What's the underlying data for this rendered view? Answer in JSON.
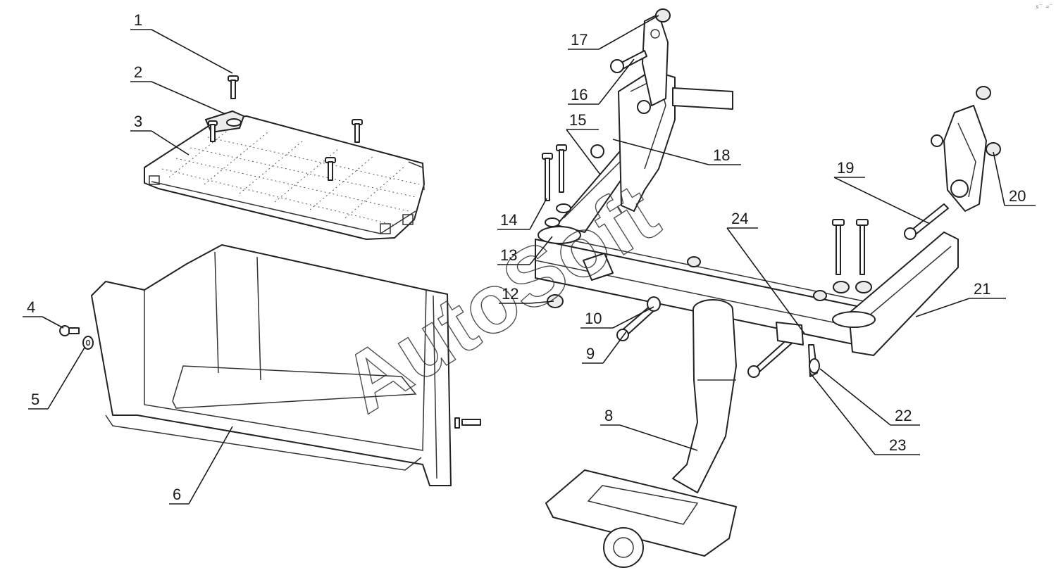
{
  "watermark": "AutoSoft",
  "corner_mark": "s‾ =‾",
  "callouts": [
    {
      "id": "c1",
      "label": "1"
    },
    {
      "id": "c2",
      "label": "2"
    },
    {
      "id": "c3",
      "label": "3"
    },
    {
      "id": "c4",
      "label": "4"
    },
    {
      "id": "c5",
      "label": "5"
    },
    {
      "id": "c6",
      "label": "6"
    },
    {
      "id": "c8",
      "label": "8"
    },
    {
      "id": "c9",
      "label": "9"
    },
    {
      "id": "c10",
      "label": "10"
    },
    {
      "id": "c12",
      "label": "12"
    },
    {
      "id": "c13",
      "label": "13"
    },
    {
      "id": "c14",
      "label": "14"
    },
    {
      "id": "c15",
      "label": "15"
    },
    {
      "id": "c16",
      "label": "16"
    },
    {
      "id": "c17",
      "label": "17"
    },
    {
      "id": "c18",
      "label": "18"
    },
    {
      "id": "c19",
      "label": "19"
    },
    {
      "id": "c20",
      "label": "20"
    },
    {
      "id": "c21",
      "label": "21"
    },
    {
      "id": "c22",
      "label": "22"
    },
    {
      "id": "c23",
      "label": "23"
    },
    {
      "id": "c24",
      "label": "24"
    }
  ]
}
